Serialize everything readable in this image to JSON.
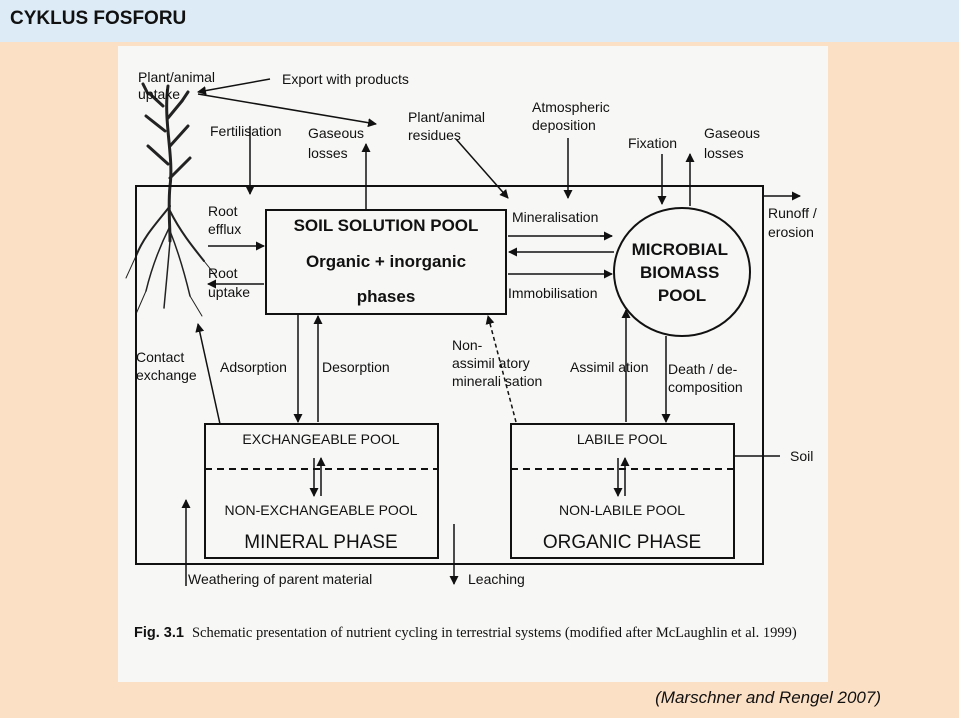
{
  "slide": {
    "title": "CYKLUS FOSFORU",
    "citation": "(Marschner and Rengel 2007)"
  },
  "figure": {
    "caption_label": "Fig. 3.1",
    "caption_text": "Schematic presentation of nutrient cycling in terrestrial systems (modified after McLaughlin et al. 1999)"
  },
  "diagram": {
    "top_labels": {
      "plant_animal_uptake": [
        "Plant/animal",
        "uptake"
      ],
      "export_with_products": "Export with products",
      "fertilisation": "Fertilisation",
      "gaseous_losses_left": [
        "Gaseous",
        "losses"
      ],
      "plant_animal_residues": [
        "Plant/animal",
        "residues"
      ],
      "atmospheric_deposition": [
        "Atmospheric",
        "deposition"
      ],
      "fixation": "Fixation",
      "gaseous_losses_right": [
        "Gaseous",
        "losses"
      ]
    },
    "flow_labels": {
      "root_efflux": [
        "Root",
        "efflux"
      ],
      "root_uptake": [
        "Root",
        "uptake"
      ],
      "mineralisation": "Mineralisation",
      "immobilisation": "Immobilisation",
      "runoff_erosion": [
        "Runoff /",
        "erosion"
      ],
      "contact_exchange": [
        "Contact",
        "exchange"
      ],
      "adsorption": "Adsorption",
      "desorption": "Desorption",
      "non_assimilatory": [
        "Non-",
        "assimil atory",
        "minerali sation"
      ],
      "assimilation": "Assimil ation",
      "death_decomposition": [
        "Death / de-",
        "composition"
      ],
      "soil": "Soil",
      "weathering": "Weathering of parent material",
      "leaching": "Leaching"
    },
    "soil_solution_pool": {
      "title": "SOIL SOLUTION POOL",
      "line1": "Organic + inorganic",
      "line2": "phases"
    },
    "microbial_pool": [
      "MICROBIAL",
      "BIOMASS",
      "POOL"
    ],
    "mineral_phase": {
      "upper": "EXCHANGEABLE POOL",
      "lower": "NON-EXCHANGEABLE POOL",
      "title": "MINERAL PHASE"
    },
    "organic_phase": {
      "upper": "LABILE POOL",
      "lower": "NON-LABILE POOL",
      "title": "ORGANIC PHASE"
    }
  }
}
